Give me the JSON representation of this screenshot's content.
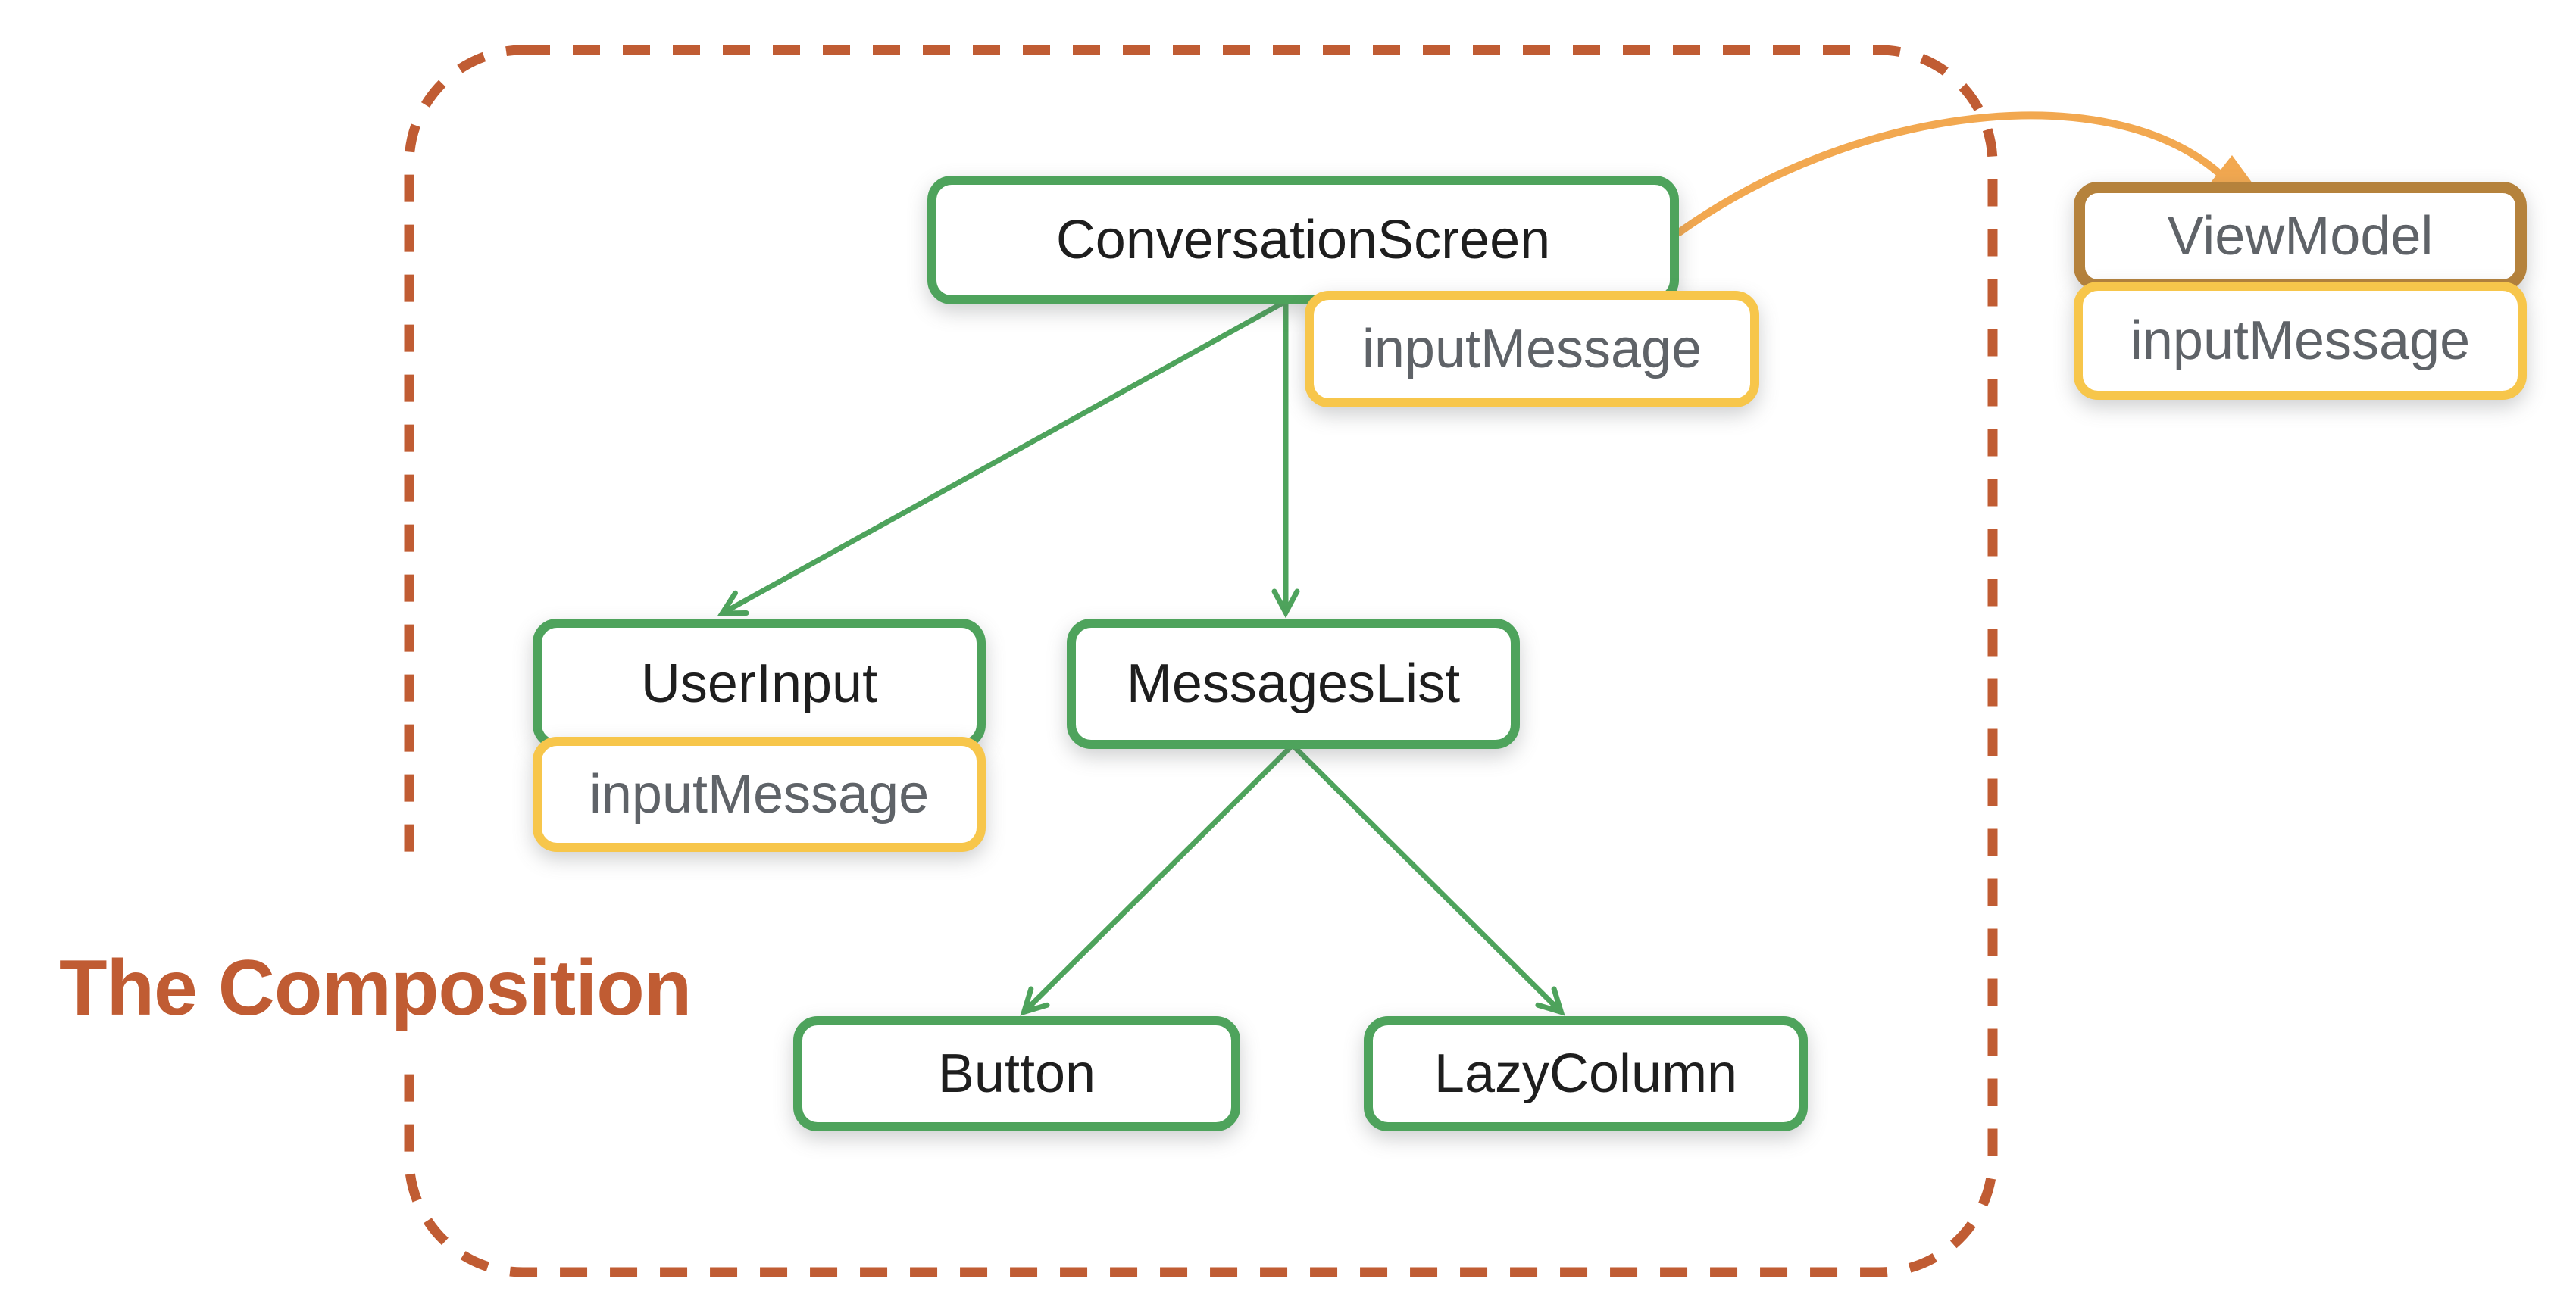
{
  "diagram": {
    "caption": "The Composition",
    "nodes": {
      "conversation_screen": {
        "label": "ConversationScreen"
      },
      "conversation_screen_state": {
        "label": "inputMessage"
      },
      "user_input": {
        "label": "UserInput"
      },
      "user_input_state": {
        "label": "inputMessage"
      },
      "messages_list": {
        "label": "MessagesList"
      },
      "button": {
        "label": "Button"
      },
      "lazy_column": {
        "label": "LazyColumn"
      },
      "view_model": {
        "label": "ViewModel"
      },
      "view_model_state": {
        "label": "inputMessage"
      }
    },
    "edges": [
      {
        "from": "ConversationScreen",
        "to": "UserInput",
        "color": "green"
      },
      {
        "from": "ConversationScreen",
        "to": "MessagesList",
        "color": "green"
      },
      {
        "from": "MessagesList",
        "to": "Button",
        "color": "green"
      },
      {
        "from": "MessagesList",
        "to": "LazyColumn",
        "color": "green"
      },
      {
        "from": "ConversationScreen",
        "to": "ViewModel",
        "color": "orange"
      }
    ]
  },
  "colors": {
    "green": "#4EA35C",
    "yellow": "#F7C64B",
    "brown": "#B5823C",
    "orange": "#F2A850",
    "rust": "#C05C33",
    "ink": "#1E1E1E",
    "muted": "#5F6368",
    "paper": "#FFFFFF"
  }
}
